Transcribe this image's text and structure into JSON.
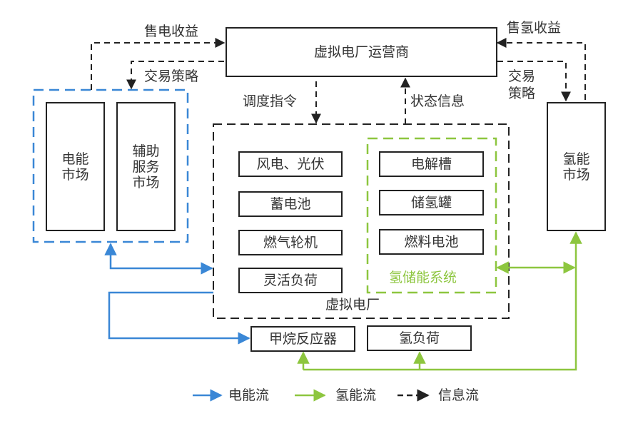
{
  "title": "虚拟电厂运营商",
  "vpp_label": "虚拟电厂",
  "flows": {
    "sell_electricity_revenue": "售电收益",
    "trade_strategy_left": "交易策略",
    "dispatch_command": "调度指令",
    "status_info": "状态信息",
    "sell_hydrogen_revenue": "售氢收益",
    "trade_strategy_right": "交易\n策略"
  },
  "markets": {
    "electricity": "电能市场",
    "ancillary": "辅助服务市场",
    "hydrogen": "氢能市场"
  },
  "vpp_components": [
    "风电、光伏",
    "蓄电池",
    "燃气轮机",
    "灵活负荷"
  ],
  "hydrogen_storage": {
    "label": "氢储能系统",
    "components": [
      "电解槽",
      "储氢罐",
      "燃料电池"
    ]
  },
  "external": {
    "methane_reactor": "甲烷反应器",
    "hydrogen_load": "氢负荷"
  },
  "legend": [
    {
      "label": "电能流",
      "color": "#3a87d6",
      "style": "solid"
    },
    {
      "label": "氢能流",
      "color": "#8dc63f",
      "style": "solid"
    },
    {
      "label": "信息流",
      "color": "#222222",
      "style": "dashed"
    }
  ],
  "colors": {
    "electric": "#3a87d6",
    "hydrogen": "#8dc63f",
    "info": "#222222"
  }
}
